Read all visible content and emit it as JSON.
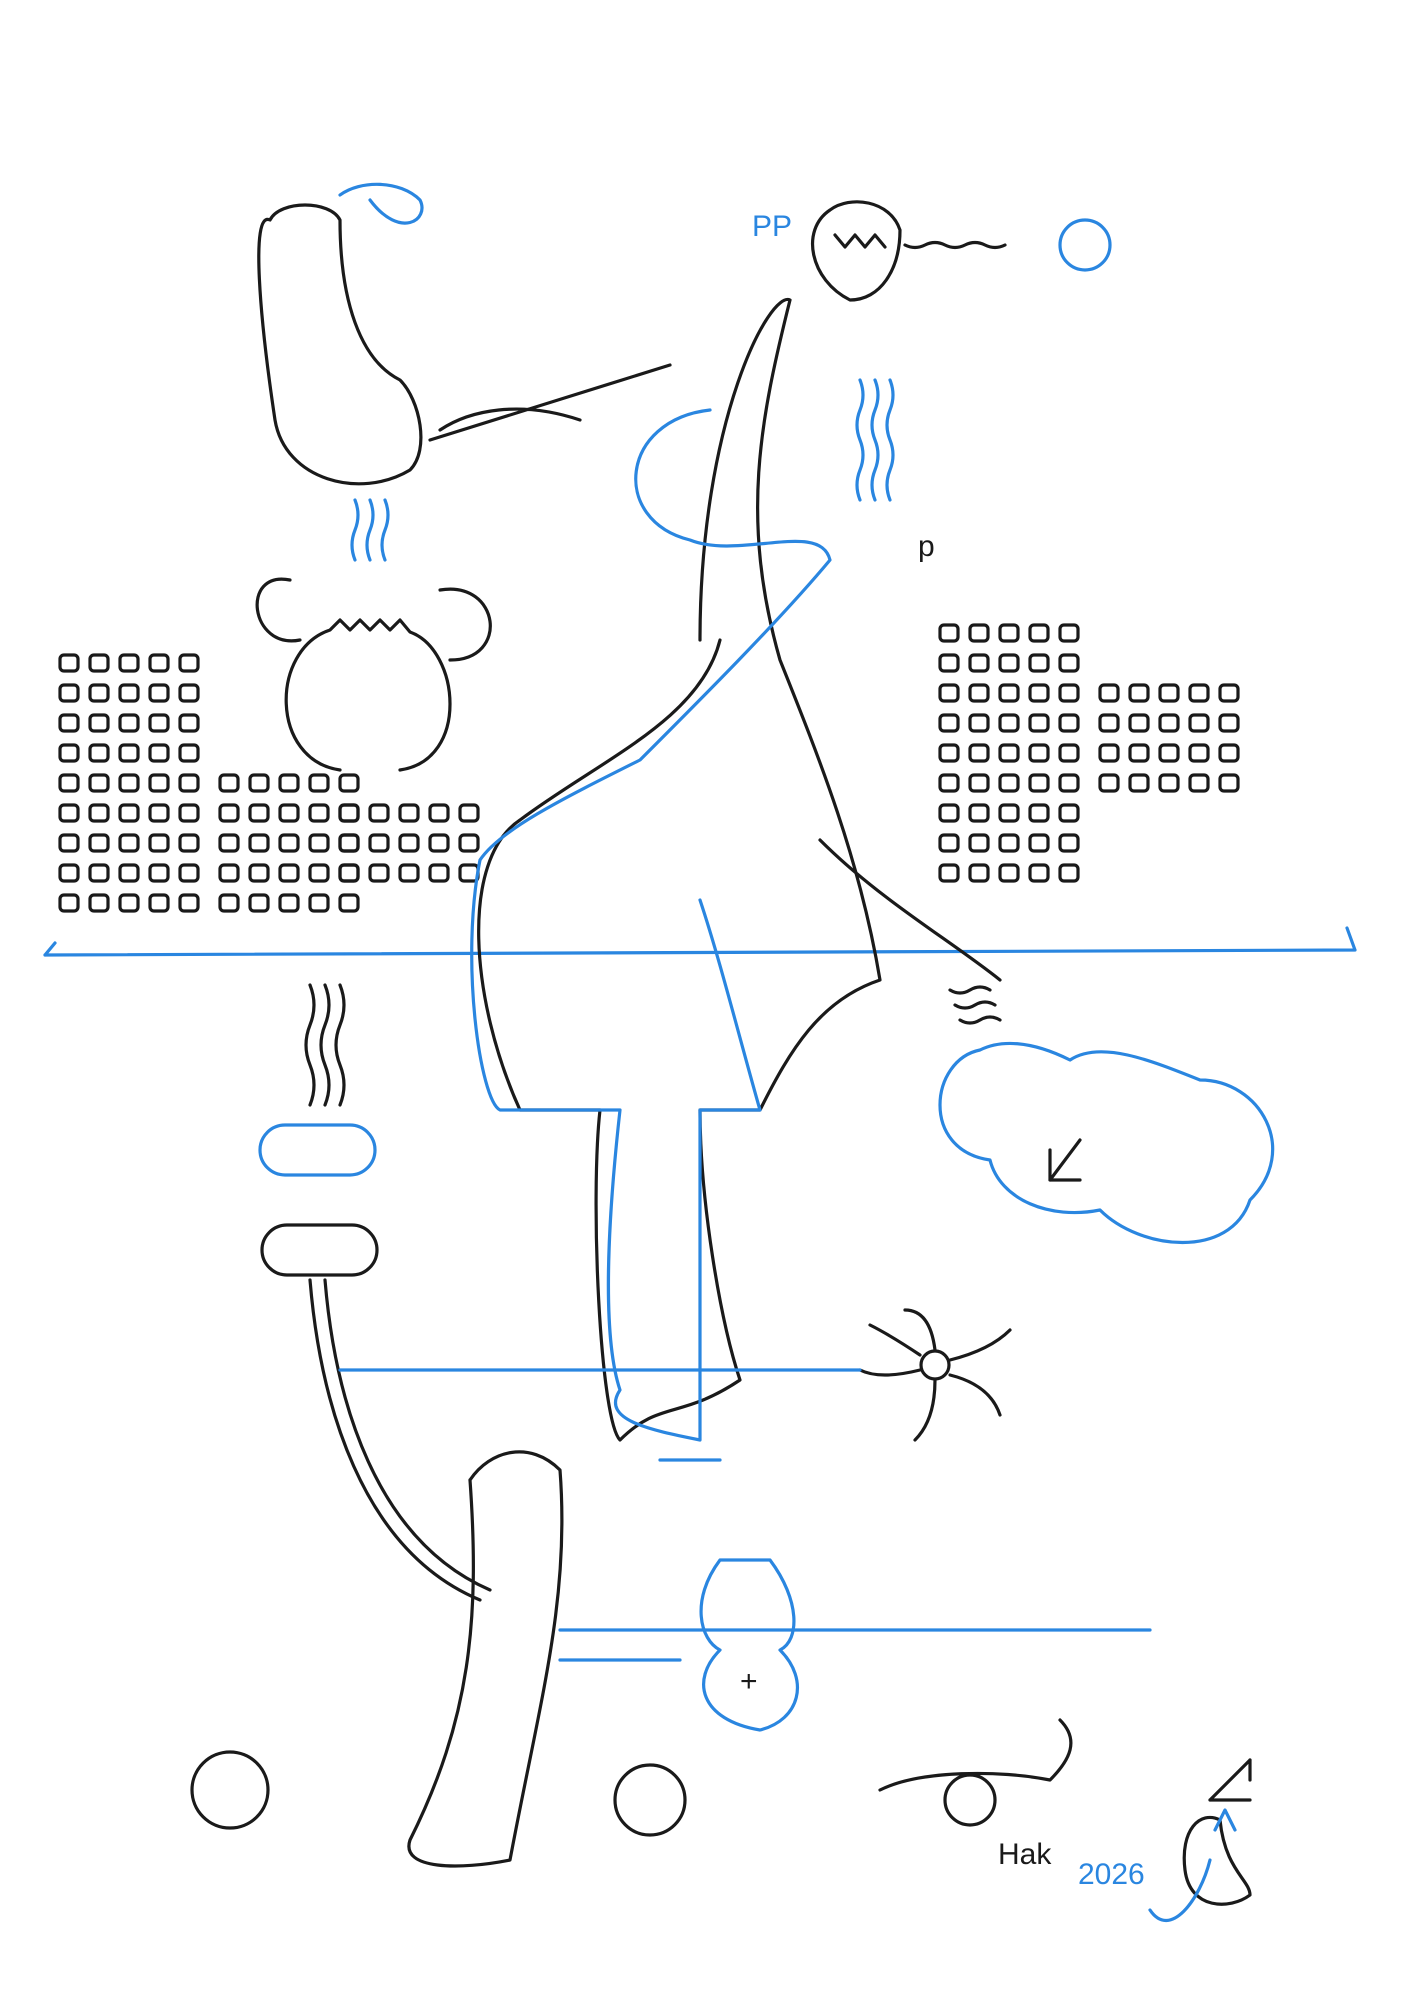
{
  "artwork": {
    "type": "pen drawing",
    "colors": {
      "ink_black": "#1a1a1a",
      "ink_blue": "#2a86e0",
      "paper": "#ffffff"
    },
    "labels": {
      "pp": "PP",
      "p": "p",
      "plus": "+",
      "signature": "Hak",
      "year": "2026"
    }
  }
}
